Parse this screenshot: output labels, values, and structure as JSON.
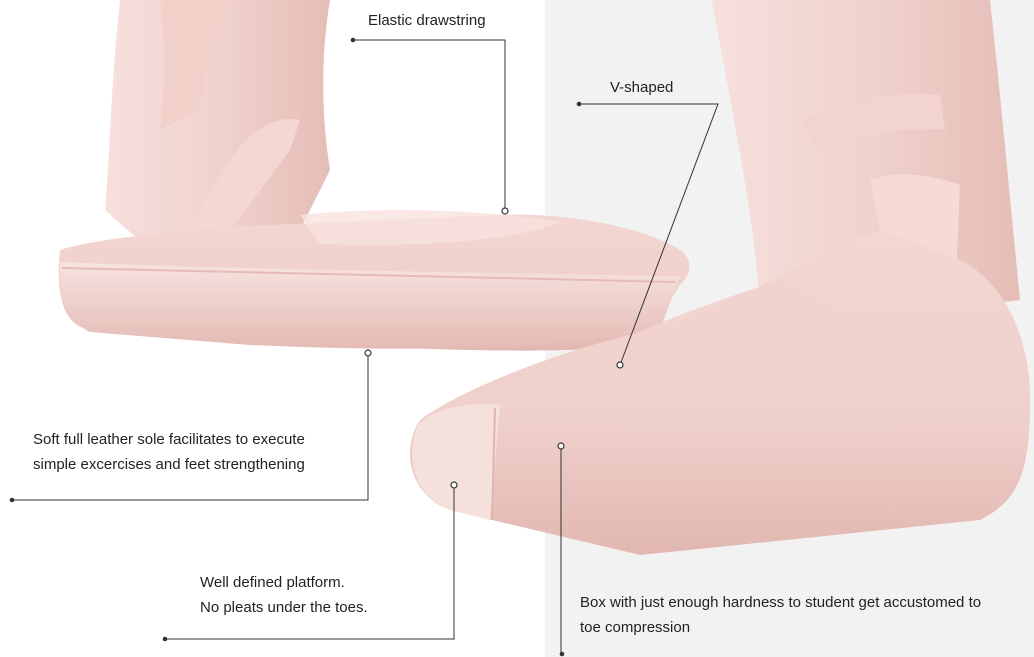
{
  "annotations": {
    "elastic": {
      "lines": [
        "Elastic drawstring"
      ]
    },
    "vshaped": {
      "lines": [
        "V-shaped"
      ]
    },
    "sole": {
      "lines": [
        "Soft full leather sole facilitates to execute",
        "simple excercises and feet strengthening"
      ]
    },
    "platform": {
      "lines": [
        "Well defined platform.",
        "No pleats under the toes."
      ]
    },
    "box": {
      "lines": [
        "Box with just enough hardness to student get accustomed to",
        "toe compression"
      ]
    }
  },
  "colors": {
    "satin_light": "#f6dedb",
    "satin_mid": "#ecc6c1",
    "satin_shadow": "#d9aca6",
    "leader_line": "#333333",
    "right_panel": "#f2f2f2"
  }
}
